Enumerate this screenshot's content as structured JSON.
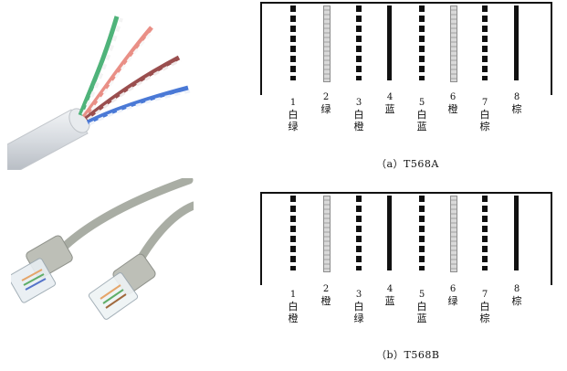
{
  "figure_a": {
    "caption": "（a）T568A",
    "pins": [
      {
        "num": "1",
        "color": "白绿",
        "style": "dashed"
      },
      {
        "num": "2",
        "color": "绿",
        "style": "light"
      },
      {
        "num": "3",
        "color": "白橙",
        "style": "dashed"
      },
      {
        "num": "4",
        "color": "蓝",
        "style": "solid"
      },
      {
        "num": "5",
        "color": "白蓝",
        "style": "dashed"
      },
      {
        "num": "6",
        "color": "橙",
        "style": "light"
      },
      {
        "num": "7",
        "color": "白棕",
        "style": "dashed"
      },
      {
        "num": "8",
        "color": "棕",
        "style": "solid"
      }
    ]
  },
  "figure_b": {
    "caption": "（b）T568B",
    "pins": [
      {
        "num": "1",
        "color": "白橙",
        "style": "dashed"
      },
      {
        "num": "2",
        "color": "橙",
        "style": "light"
      },
      {
        "num": "3",
        "color": "白绿",
        "style": "dashed"
      },
      {
        "num": "4",
        "color": "蓝",
        "style": "solid"
      },
      {
        "num": "5",
        "color": "白蓝",
        "style": "dashed"
      },
      {
        "num": "6",
        "color": "绿",
        "style": "light"
      },
      {
        "num": "7",
        "color": "白棕",
        "style": "dashed"
      },
      {
        "num": "8",
        "color": "棕",
        "style": "solid"
      }
    ]
  }
}
